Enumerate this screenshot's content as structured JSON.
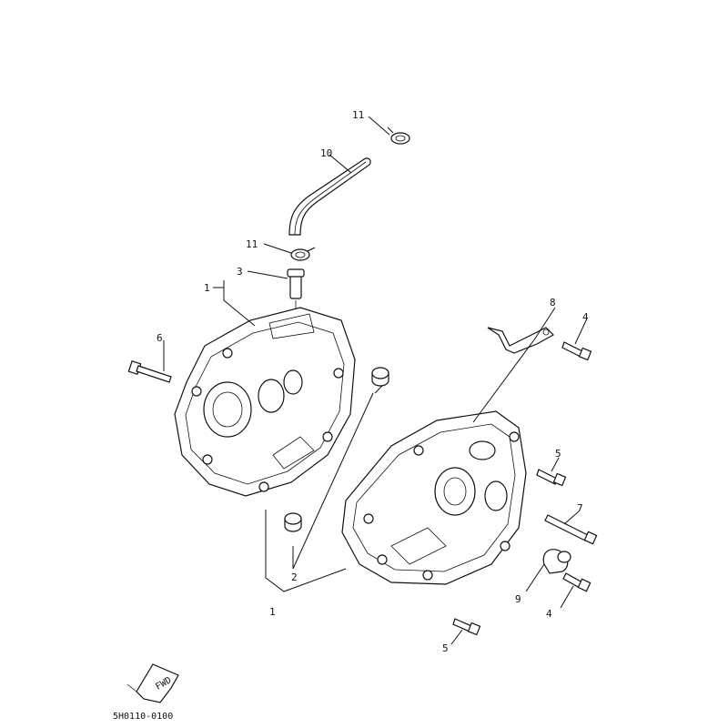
{
  "diagram": {
    "part_numbers": {
      "crankcase": "1",
      "dowel_pin": "2",
      "breather_fitting": "3",
      "screw_a": "4",
      "screw_b": "5",
      "bolt_left": "6",
      "bolt_right": "7",
      "bracket_top": "8",
      "clamp": "9",
      "breather_hose": "10",
      "hose_clip": "11"
    },
    "fwd_label": "FWD",
    "drawing_code": "5H0110-0100"
  }
}
